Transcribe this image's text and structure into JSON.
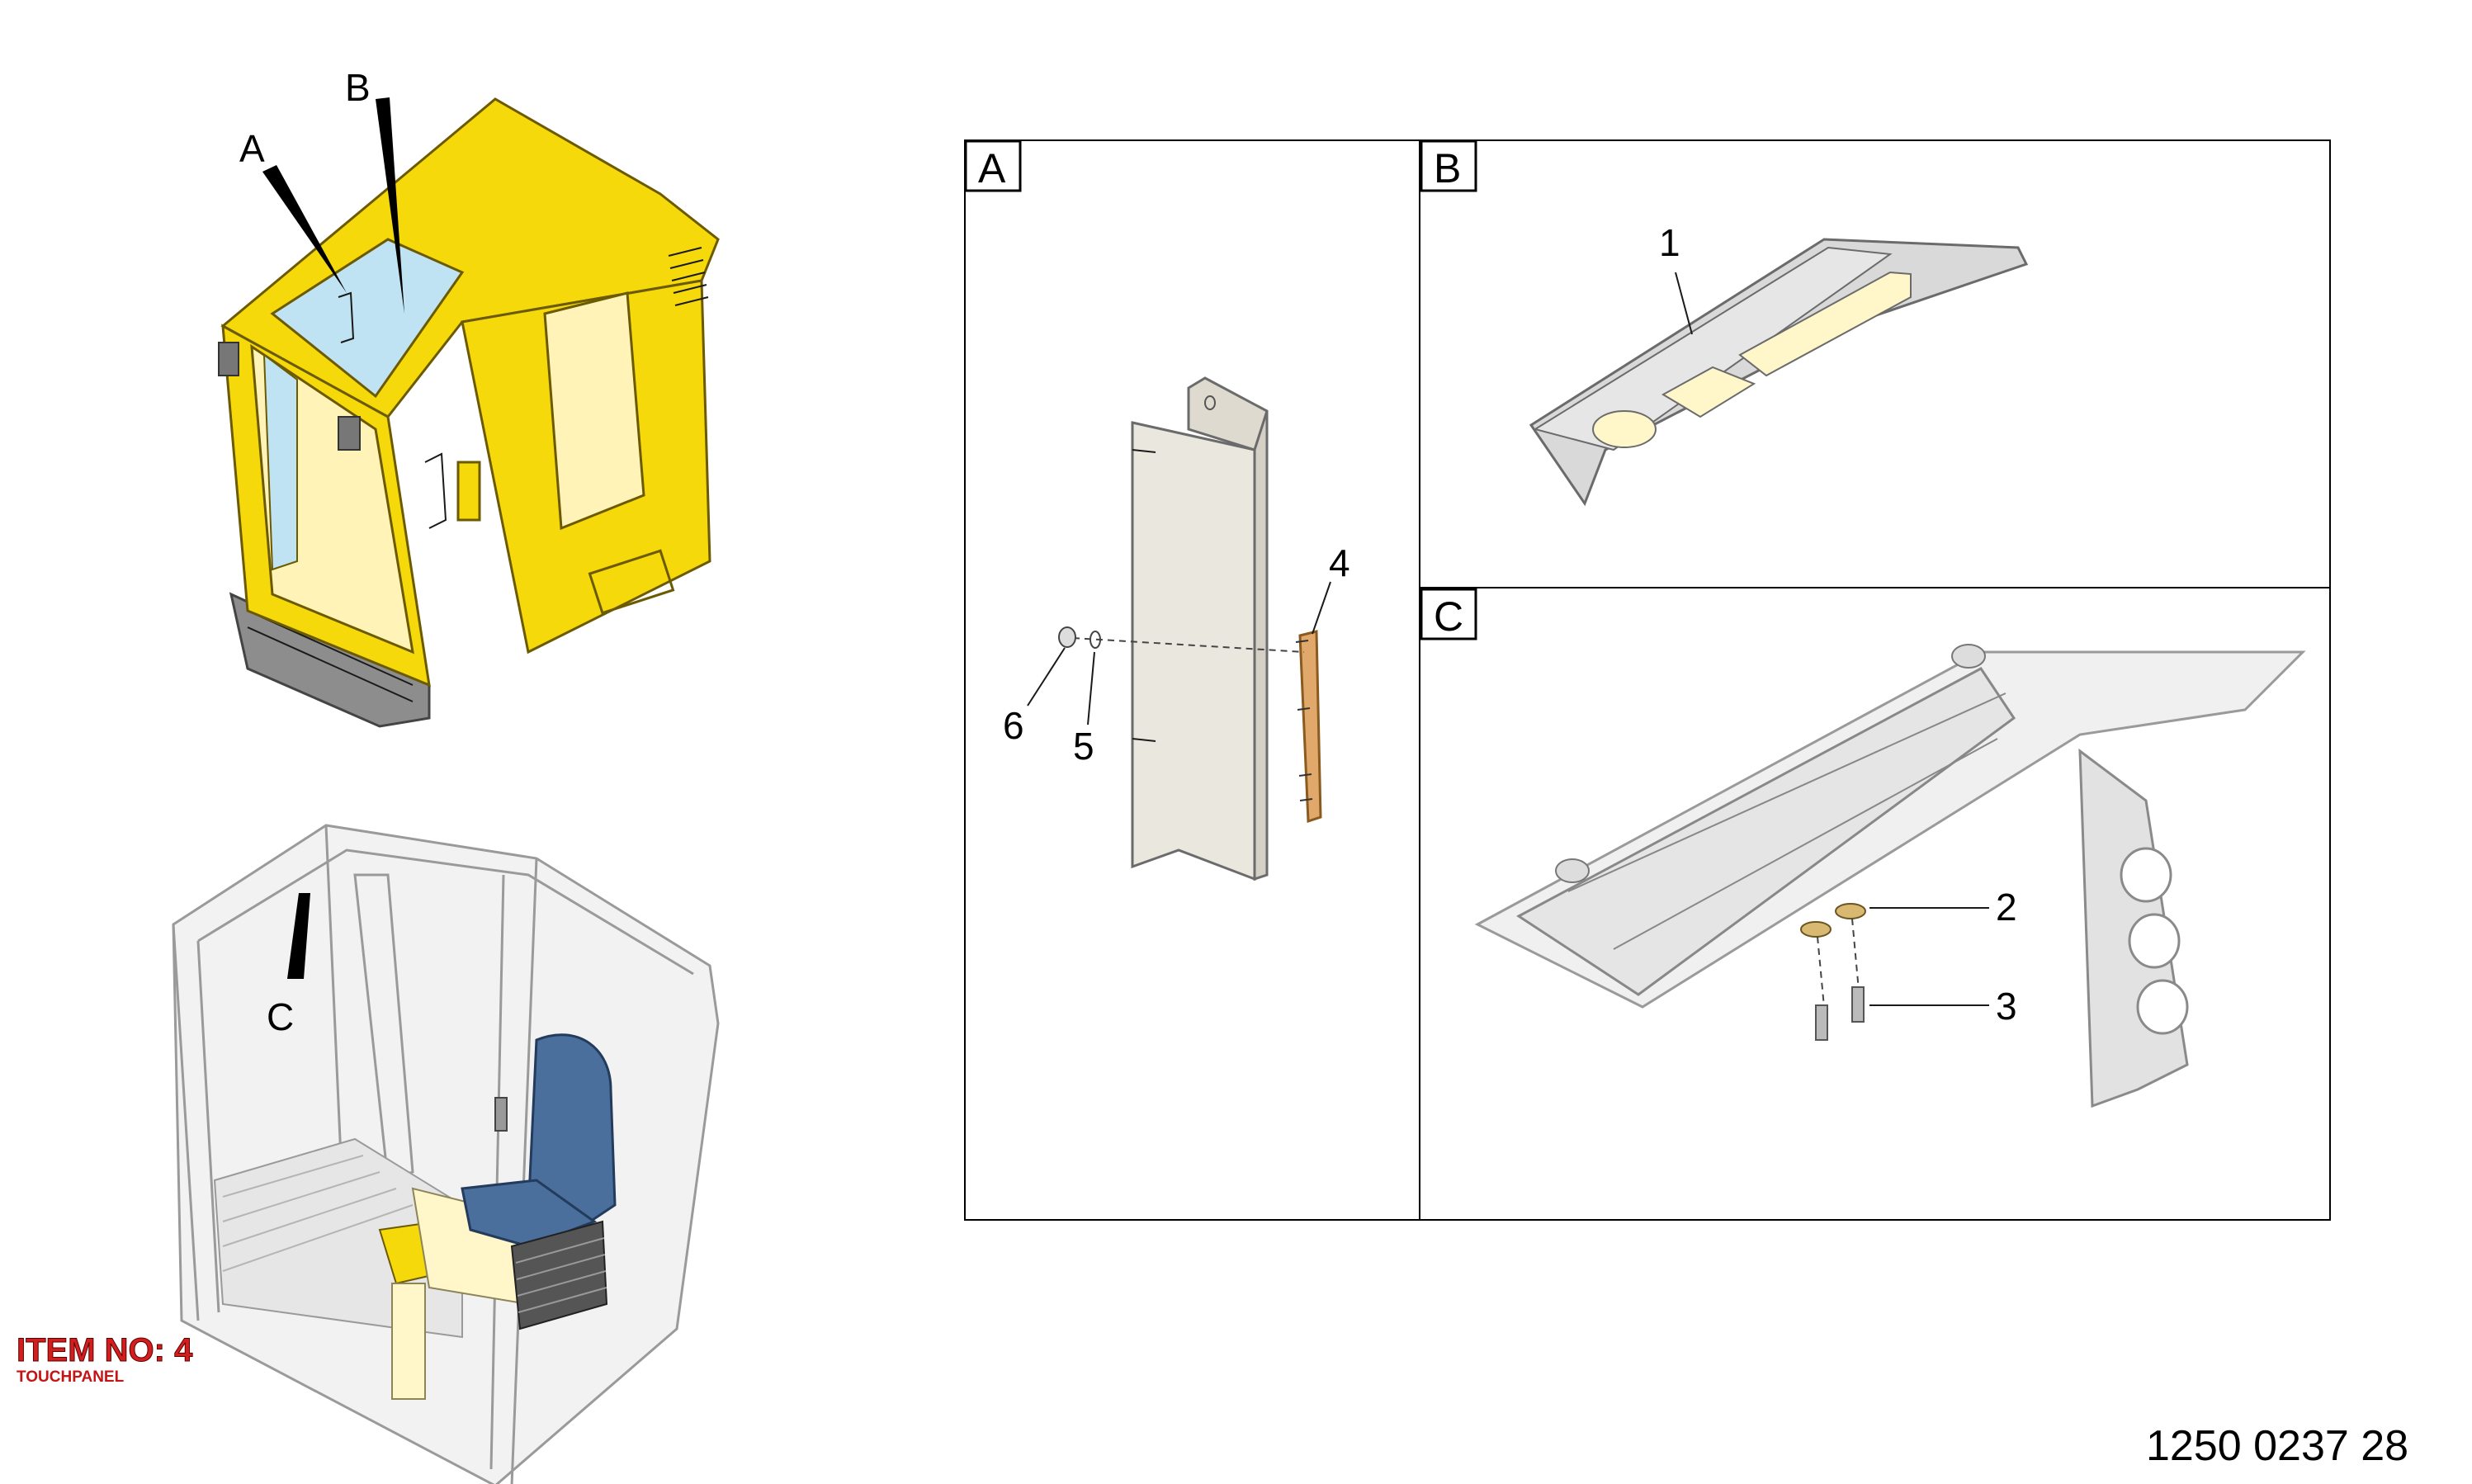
{
  "callouts": {
    "A": "A",
    "B": "B",
    "C": "C"
  },
  "panels": {
    "a_tag": "A",
    "b_tag": "B",
    "c_tag": "C"
  },
  "parts": {
    "p1": "1",
    "p2": "2",
    "p3": "3",
    "p4": "4",
    "p5": "5",
    "p6": "6"
  },
  "item_note": {
    "title": "ITEM NO: 4",
    "subtitle": "TOUCHPANEL"
  },
  "document_number": "1250 0237 28",
  "colors": {
    "cab_yellow": "#f5d90a",
    "item_red": "#d31e1e",
    "seat_blue": "#4a6f9c",
    "glass_blue": "#bfe3f2"
  }
}
